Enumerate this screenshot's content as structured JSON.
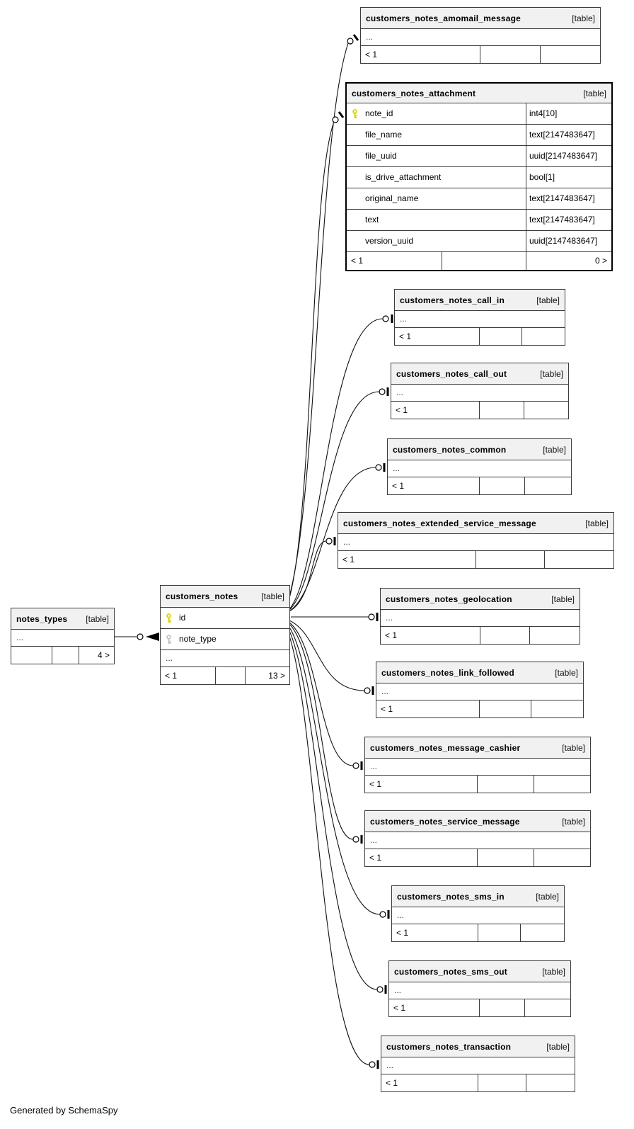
{
  "app": {
    "generator_note": "Generated by SchemaSpy"
  },
  "colors": {
    "header_bg": "#f1f1f1",
    "table_border": "#3c3c3c",
    "highlight_border": "#000000",
    "edge_line": "#111111",
    "pk_key": "#d9d200",
    "fk_key": "#c4c4c4"
  },
  "icons": {
    "pk": "primary-key-icon",
    "fk": "foreign-key-icon",
    "edge_end_zero": "circle-terminator-icon",
    "edge_end_one": "tee-terminator-icon",
    "edge_end_many": "crow-arrow-icon"
  },
  "tables": {
    "amomail": {
      "name": "customers_notes_amomail_message",
      "tag": "[table]",
      "ellipsis": "...",
      "footer_left": "< 1",
      "footer_right": ""
    },
    "attachment": {
      "name": "customers_notes_attachment",
      "tag": "[table]",
      "footer_left": "< 1",
      "footer_right": "0 >",
      "columns": [
        {
          "name": "note_id",
          "type": "int4[10]",
          "key": "pk"
        },
        {
          "name": "file_name",
          "type": "text[2147483647]",
          "key": ""
        },
        {
          "name": "file_uuid",
          "type": "uuid[2147483647]",
          "key": ""
        },
        {
          "name": "is_drive_attachment",
          "type": "bool[1]",
          "key": ""
        },
        {
          "name": "original_name",
          "type": "text[2147483647]",
          "key": ""
        },
        {
          "name": "text",
          "type": "text[2147483647]",
          "key": ""
        },
        {
          "name": "version_uuid",
          "type": "uuid[2147483647]",
          "key": ""
        }
      ]
    },
    "call_in": {
      "name": "customers_notes_call_in",
      "tag": "[table]",
      "ellipsis": "...",
      "footer_left": "< 1",
      "footer_right": ""
    },
    "call_out": {
      "name": "customers_notes_call_out",
      "tag": "[table]",
      "ellipsis": "...",
      "footer_left": "< 1",
      "footer_right": ""
    },
    "common": {
      "name": "customers_notes_common",
      "tag": "[table]",
      "ellipsis": "...",
      "footer_left": "< 1",
      "footer_right": ""
    },
    "extended": {
      "name": "customers_notes_extended_service_message",
      "tag": "[table]",
      "ellipsis": "...",
      "footer_left": "< 1",
      "footer_right": ""
    },
    "geolocation": {
      "name": "customers_notes_geolocation",
      "tag": "[table]",
      "ellipsis": "...",
      "footer_left": "< 1",
      "footer_right": ""
    },
    "link_followed": {
      "name": "customers_notes_link_followed",
      "tag": "[table]",
      "ellipsis": "...",
      "footer_left": "< 1",
      "footer_right": ""
    },
    "message_cashier": {
      "name": "customers_notes_message_cashier",
      "tag": "[table]",
      "ellipsis": "...",
      "footer_left": "< 1",
      "footer_right": ""
    },
    "service_message": {
      "name": "customers_notes_service_message",
      "tag": "[table]",
      "ellipsis": "...",
      "footer_left": "< 1",
      "footer_right": ""
    },
    "sms_in": {
      "name": "customers_notes_sms_in",
      "tag": "[table]",
      "ellipsis": "...",
      "footer_left": "< 1",
      "footer_right": ""
    },
    "sms_out": {
      "name": "customers_notes_sms_out",
      "tag": "[table]",
      "ellipsis": "...",
      "footer_left": "< 1",
      "footer_right": ""
    },
    "transaction": {
      "name": "customers_notes_transaction",
      "tag": "[table]",
      "ellipsis": "...",
      "footer_left": "< 1",
      "footer_right": ""
    },
    "notes_types": {
      "name": "notes_types",
      "tag": "[table]",
      "ellipsis": "...",
      "footer_left": "",
      "footer_right": "4 >"
    },
    "customers_notes": {
      "name": "customers_notes",
      "tag": "[table]",
      "ellipsis": "...",
      "footer_left": "< 1",
      "footer_right": "13 >",
      "columns": [
        {
          "name": "id",
          "key": "pk"
        },
        {
          "name": "note_type",
          "key": "fk"
        }
      ]
    }
  }
}
